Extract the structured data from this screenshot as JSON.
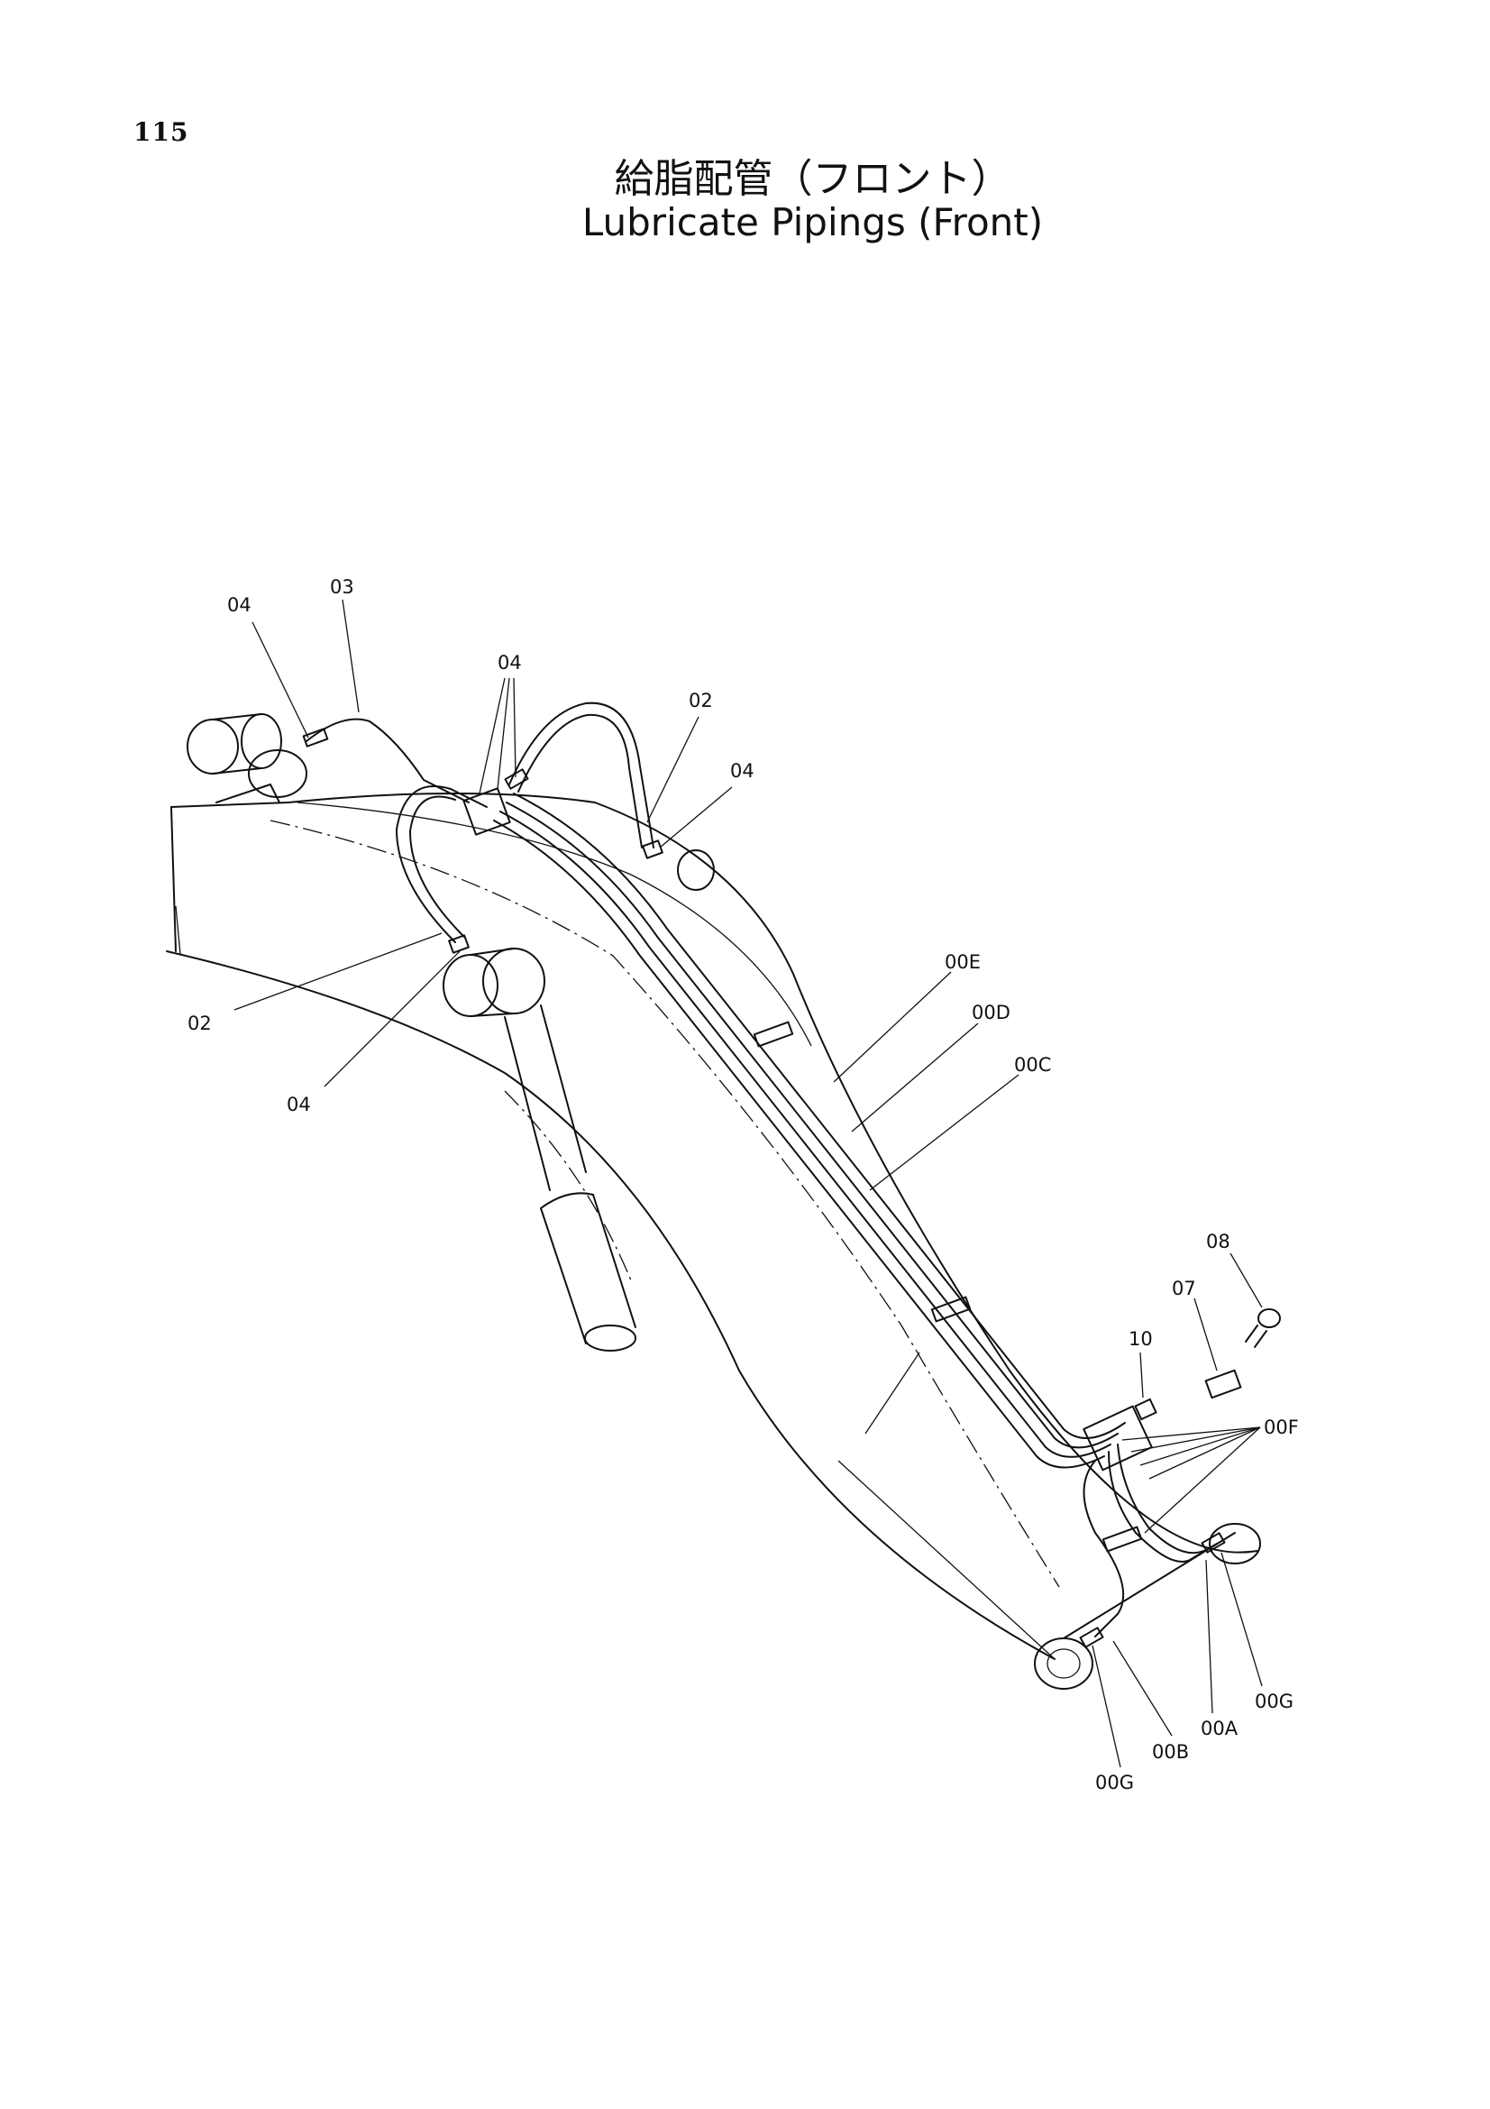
{
  "page_number": "115",
  "title_jp": "給脂配管（フロント）",
  "title_en": "Lubricate Pipings (Front)",
  "callouts": {
    "c04_top_left": "04",
    "c03": "03",
    "c04_center": "04",
    "c02_top_right": "02",
    "c04_right": "04",
    "c02_left": "02",
    "c04_left": "04",
    "c00E": "00E",
    "c00D": "00D",
    "c00C": "00C",
    "c08": "08",
    "c07": "07",
    "c10": "10",
    "c00F": "00F",
    "c00G_right": "00G",
    "c00A": "00A",
    "c00B": "00B",
    "c00G_bottom": "00G"
  }
}
